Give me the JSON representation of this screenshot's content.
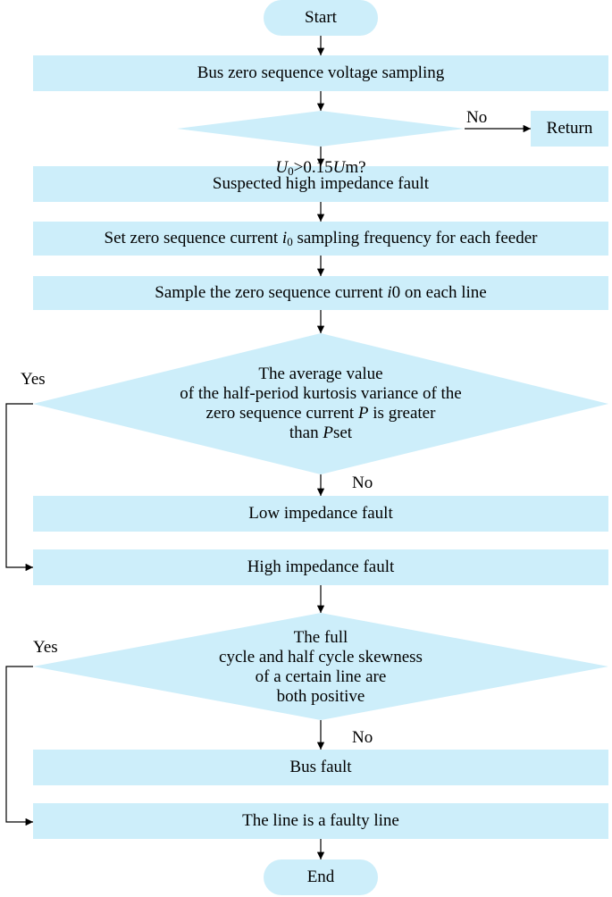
{
  "nodes": {
    "start": "Start",
    "bus_sampling": "Bus zero sequence voltage sampling",
    "decision1": {
      "u": "U",
      "u_sub": "0",
      "mid": ">0.15",
      "um_u": "U",
      "um_m": "m?"
    },
    "return": "Return",
    "suspected": "Suspected high impedance fault",
    "set_freq": {
      "pre": "Set zero sequence current ",
      "i": "i",
      "i_sub": "0",
      "post": " sampling frequency for each feeder"
    },
    "sample": {
      "pre": "Sample the zero sequence current ",
      "i": "i",
      "post": "0 on each line"
    },
    "decision2": {
      "line1": "The average value",
      "line2": "of the half-period kurtosis variance of the",
      "line3_pre": "zero sequence current ",
      "line3_p": "P",
      "line3_post": " is greater",
      "line4_pre": "than ",
      "line4_p": "P",
      "line4_post": "set"
    },
    "low_fault": "Low impedance fault",
    "high_fault": "High impedance fault",
    "decision3": {
      "line1": "The full",
      "line2": "cycle and half cycle skewness",
      "line3": "of a certain line are",
      "line4": "both positive"
    },
    "bus_fault": "Bus fault",
    "faulty_line": "The line is a faulty line",
    "end": "End"
  },
  "labels": {
    "no1": "No",
    "yes1": "Yes",
    "no2": "No",
    "yes2": "Yes",
    "no3": "No"
  },
  "colors": {
    "fill": "#cdeefa",
    "line": "#000000"
  }
}
